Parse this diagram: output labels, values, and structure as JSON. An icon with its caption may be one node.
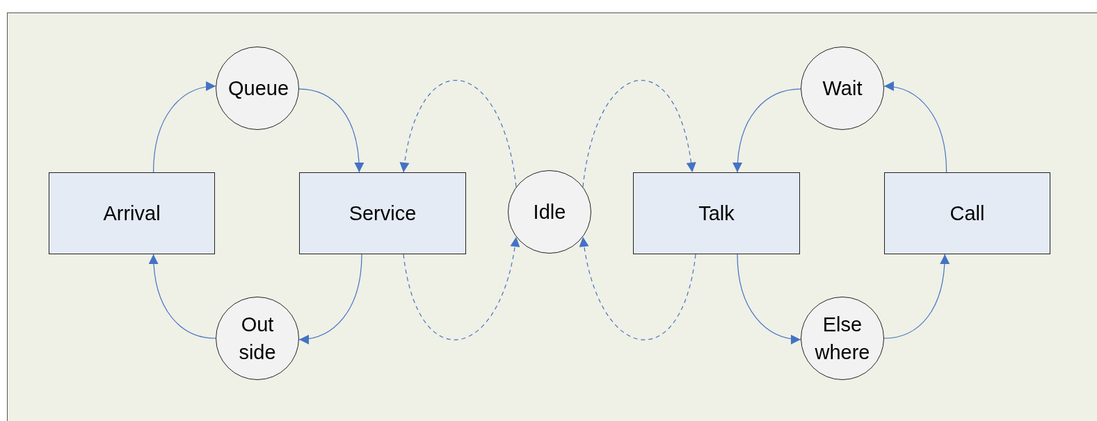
{
  "diagram": {
    "nodes": [
      {
        "text": [
          "Queue"
        ]
      },
      {
        "text": [
          "Wait"
        ]
      },
      {
        "text": [
          "Arrival"
        ]
      },
      {
        "text": [
          "Service"
        ]
      },
      {
        "text": [
          "Idle"
        ]
      },
      {
        "text": [
          "Talk"
        ]
      },
      {
        "text": [
          "Call"
        ]
      },
      {
        "text": [
          "Out side"
        ]
      },
      {
        "text": [
          "Else where"
        ]
      }
    ],
    "edges": [
      {
        "from": 2,
        "to": 0,
        "arrow": "to"
      },
      {
        "from": 0,
        "to": 3,
        "arrow": "to"
      },
      {
        "from": 3,
        "to": 7,
        "arrow": "to"
      },
      {
        "from": 7,
        "to": 2,
        "arrow": "to"
      },
      {
        "from": 4,
        "to": 3,
        "arrow": "to",
        "style": "dashed"
      },
      {
        "from": 3,
        "to": 4,
        "arrow": "to",
        "style": "dashed"
      },
      {
        "from": 4,
        "to": 5,
        "arrow": "to",
        "style": "dashed"
      },
      {
        "from": 5,
        "to": 4,
        "arrow": "to",
        "style": "dashed"
      },
      {
        "from": 1,
        "to": 5,
        "arrow": "to"
      },
      {
        "from": 6,
        "to": 1,
        "arrow": "to"
      },
      {
        "from": 5,
        "to": 8,
        "arrow": "to"
      },
      {
        "from": 8,
        "to": 6,
        "arrow": "to"
      }
    ]
  }
}
